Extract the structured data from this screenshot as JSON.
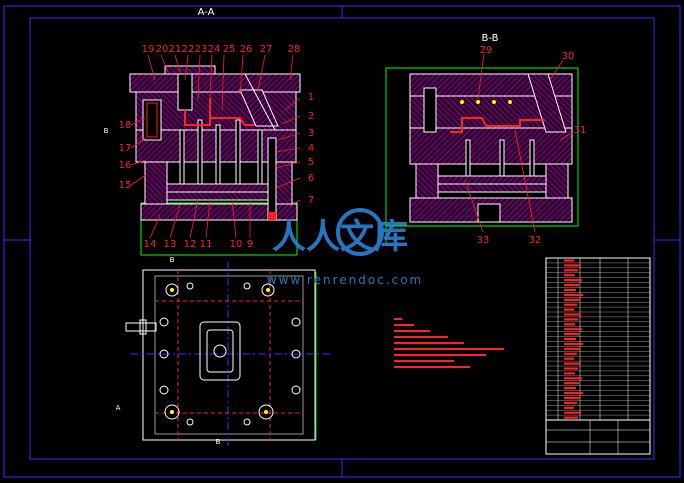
{
  "views": {
    "section_aa": {
      "title": "A-A"
    },
    "section_bb": {
      "title": "B-B"
    }
  },
  "callouts_aa_top": [
    "19",
    "20",
    "21",
    "22",
    "23",
    "24",
    "25",
    "26",
    "27",
    "28"
  ],
  "callouts_aa_left": [
    "18",
    "17",
    "16",
    "15"
  ],
  "callouts_aa_right": [
    "1",
    "2",
    "3",
    "4",
    "5",
    "6",
    "7"
  ],
  "callouts_aa_bottom": [
    "14",
    "13",
    "12",
    "11",
    "10",
    "9"
  ],
  "callouts_bb": {
    "c29": "29",
    "c30": "30",
    "c31": "31",
    "c32": "32",
    "c33": "33"
  },
  "section_marks": {
    "a": "A",
    "b": "B"
  },
  "watermark": {
    "text_cn": "人人文库",
    "url": "www.renrendoc.com"
  },
  "colors": {
    "background": "#000000",
    "outline": "#ffffff",
    "hatch": "#c000c0",
    "callout": "#ff2020",
    "frame": "#3030ff",
    "dim": "#00ff00",
    "hole": "#ffff00",
    "watermark": "#2a7fd4"
  }
}
